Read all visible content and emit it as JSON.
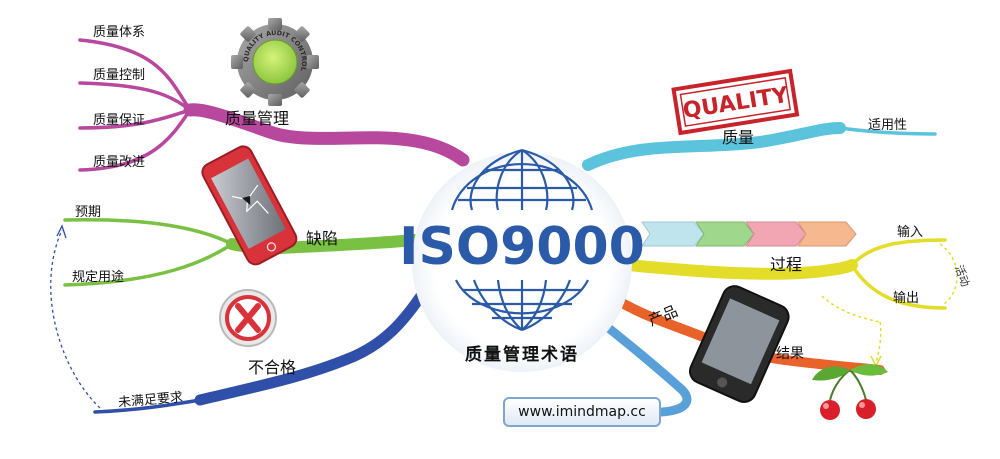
{
  "center": {
    "title": "ISO9000",
    "subtitle": "质量管理术语"
  },
  "branches": {
    "quality_management": {
      "label": "质量管理",
      "gear_text": "QUALITY AUDIT CONTROL",
      "children": [
        "质量体系",
        "质量控制",
        "质量保证",
        "质量改进"
      ]
    },
    "defect": {
      "label": "缺陷",
      "children": [
        "预期",
        "规定用途"
      ]
    },
    "nonconformity": {
      "label": "不合格",
      "children": [
        "未满足要求"
      ]
    },
    "quality": {
      "label": "质量",
      "stamp": "QUALITY",
      "children": [
        "适用性"
      ]
    },
    "process": {
      "label": "过程",
      "children": [
        "输入",
        "输出"
      ],
      "loop_label": "活动"
    },
    "product": {
      "label": "产品",
      "result": "结果"
    }
  },
  "website": "www.imindmap.cc",
  "colors": {
    "purple": "#b8479e",
    "green": "#7ac143",
    "blue": "#2f4fa8",
    "cyan": "#5bc3dc",
    "yellow": "#e3dd2a",
    "orange": "#e8622a",
    "globe": "#2a5aa8",
    "stamp_red": "#c8222a"
  }
}
